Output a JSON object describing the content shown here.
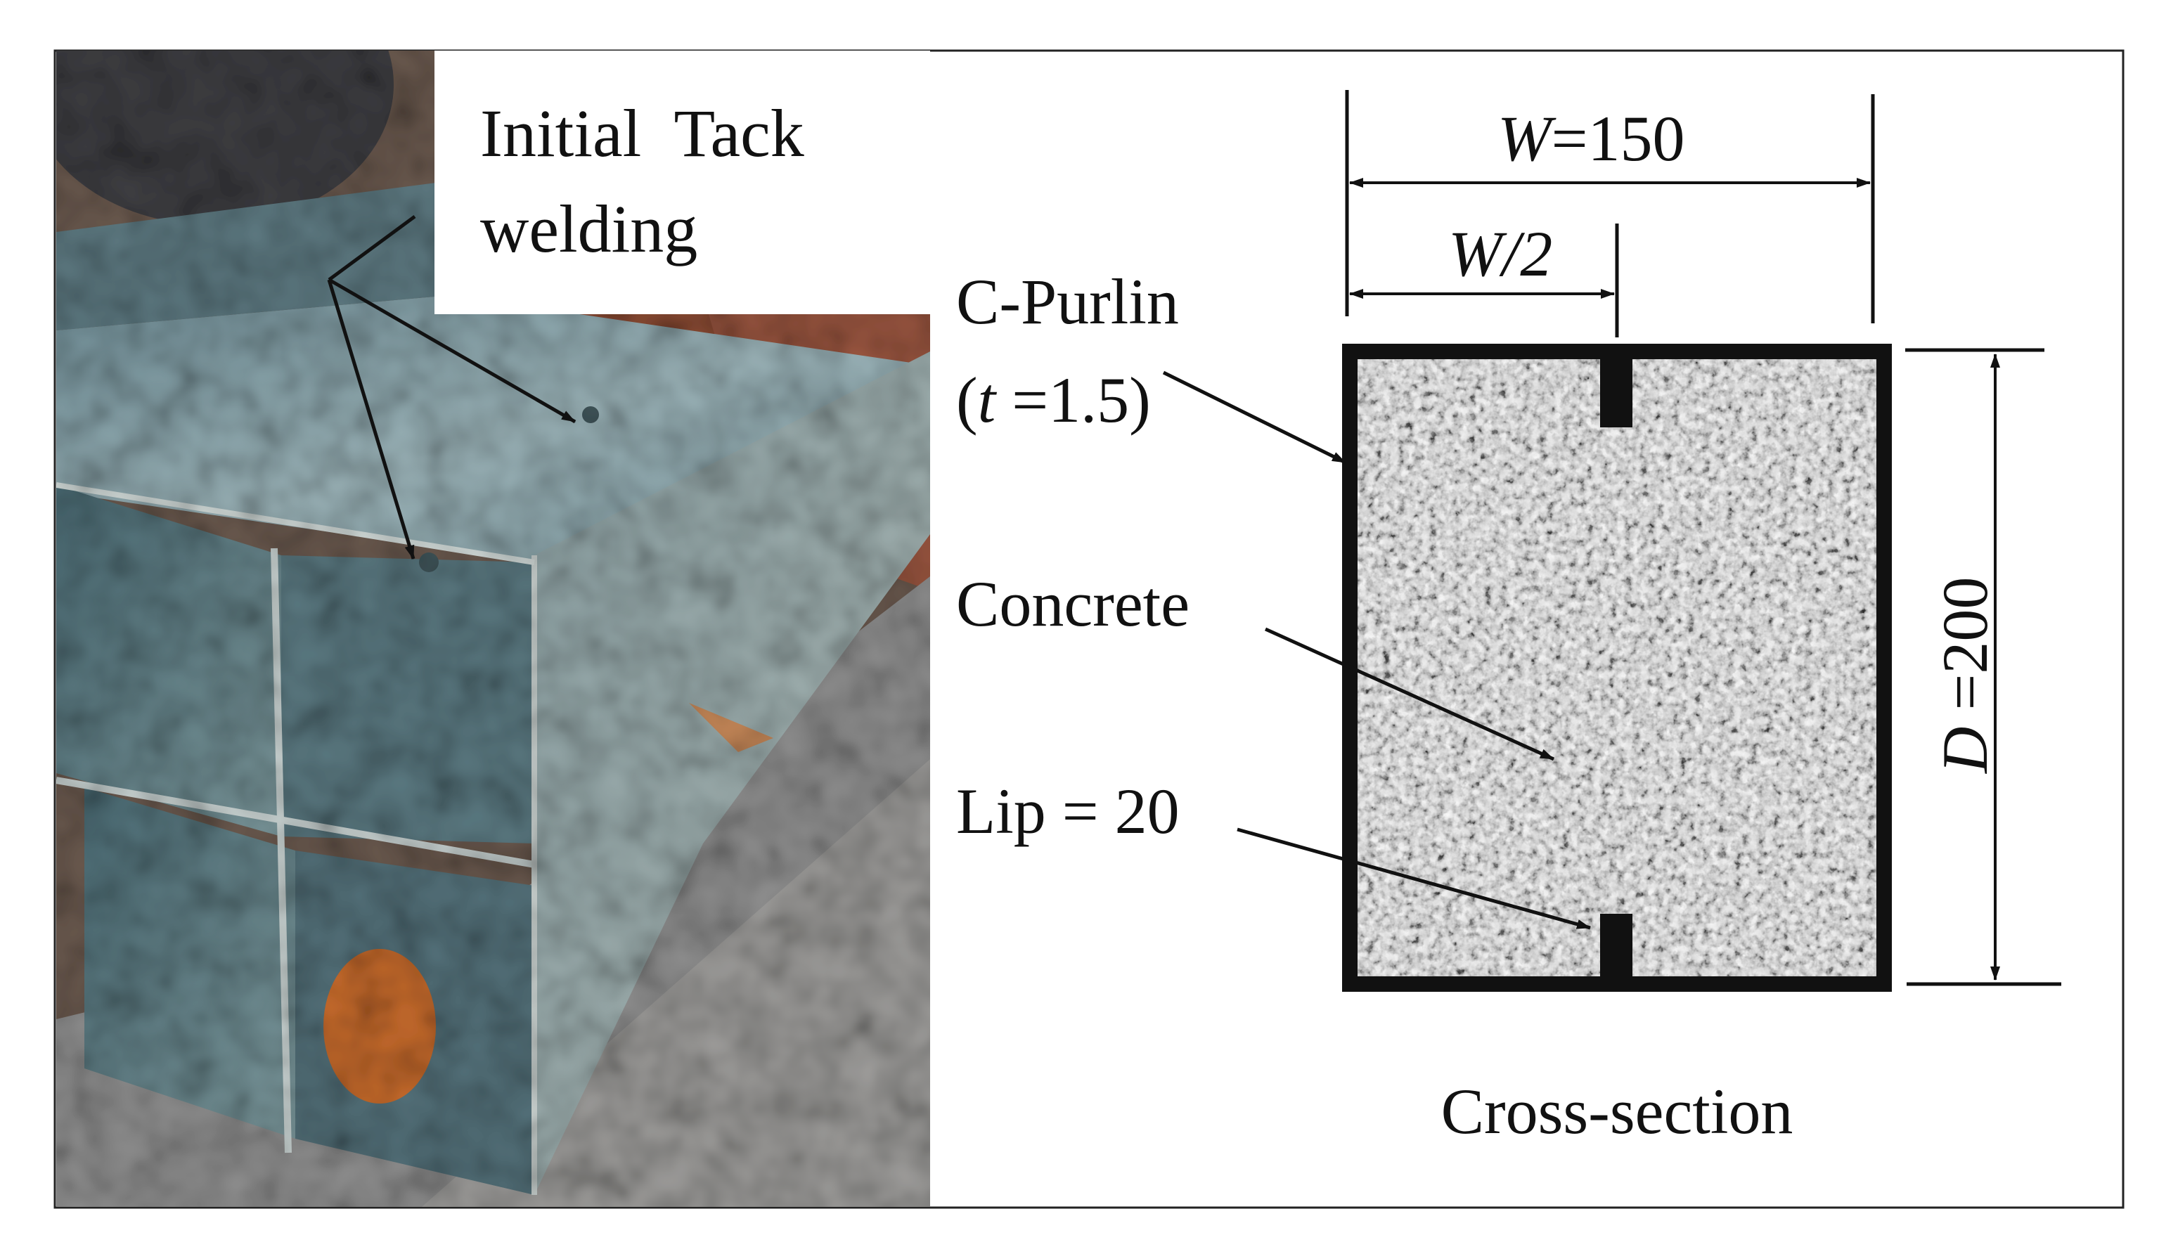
{
  "photo": {
    "label_line1": "Initial  Tack",
    "label_line2": "welding"
  },
  "dimensions": {
    "width_var": "W",
    "width_value": "=150",
    "half_width": "W/2",
    "depth_var": "D",
    "depth_value": " =200"
  },
  "labels": {
    "purlin_line1": "C-Purlin",
    "purlin_paren_open": "(",
    "purlin_t_var": "t",
    "purlin_t_value": " =1.5)",
    "concrete": "Concrete",
    "lip": "Lip = 20",
    "caption": "Cross-section"
  },
  "colors": {
    "steel": "#7f9aa3",
    "background_rust": "#8a4b34",
    "floor": "#8f8f8f",
    "concrete_base": "#cfcfcf",
    "line": "#111111"
  }
}
